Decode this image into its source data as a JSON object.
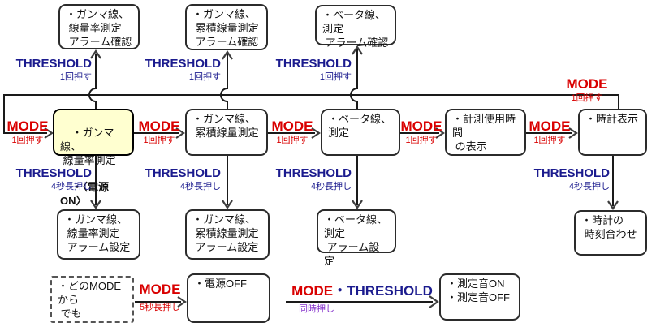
{
  "diagram": {
    "buttons": {
      "mode": "MODE",
      "threshold": "THRESHOLD",
      "separator": "・",
      "press_once": "1回押す",
      "hold_4s": "4秒長押し",
      "hold_5s": "5秒長押し",
      "simultaneous": "同時押し"
    },
    "top_boxes": [
      {
        "text": "・ガンマ線、\n 線量率測定\n アラーム確認"
      },
      {
        "text": "・ガンマ線、\n 累積線量測定\n アラーム確認"
      },
      {
        "text": "・ベータ線、測定\n アラーム確認"
      }
    ],
    "main_boxes": [
      {
        "text": "・ガンマ線、\n 線量率測定",
        "bold_text": "・〈電源ON〉",
        "highlight": true
      },
      {
        "text": "・ガンマ線、\n 累積線量測定"
      },
      {
        "text": "・ベータ線、測定"
      },
      {
        "text": "・計測使用時間\n の表示"
      },
      {
        "text": "・時計表示"
      }
    ],
    "bottom_boxes": [
      {
        "text": "・ガンマ線、\n 線量率測定\n アラーム設定"
      },
      {
        "text": "・ガンマ線、\n 累積線量測定\n アラーム設定"
      },
      {
        "text": "・ベータ線、測定\n アラーム設定"
      },
      {
        "text": "・時計の\n 時刻合わせ"
      }
    ],
    "misc": {
      "any_mode_box": "・どのMODEから\n でも",
      "power_off_box": "・電源OFF",
      "sound_box": "・測定音ON\n・測定音OFF"
    },
    "colors": {
      "mode_red": "#d90000",
      "threshold_navy": "#1b1b8e",
      "simultaneous_purple": "#8633cc",
      "highlight_yellow": "#ffffd0",
      "line_black": "#1a1a1a"
    }
  }
}
